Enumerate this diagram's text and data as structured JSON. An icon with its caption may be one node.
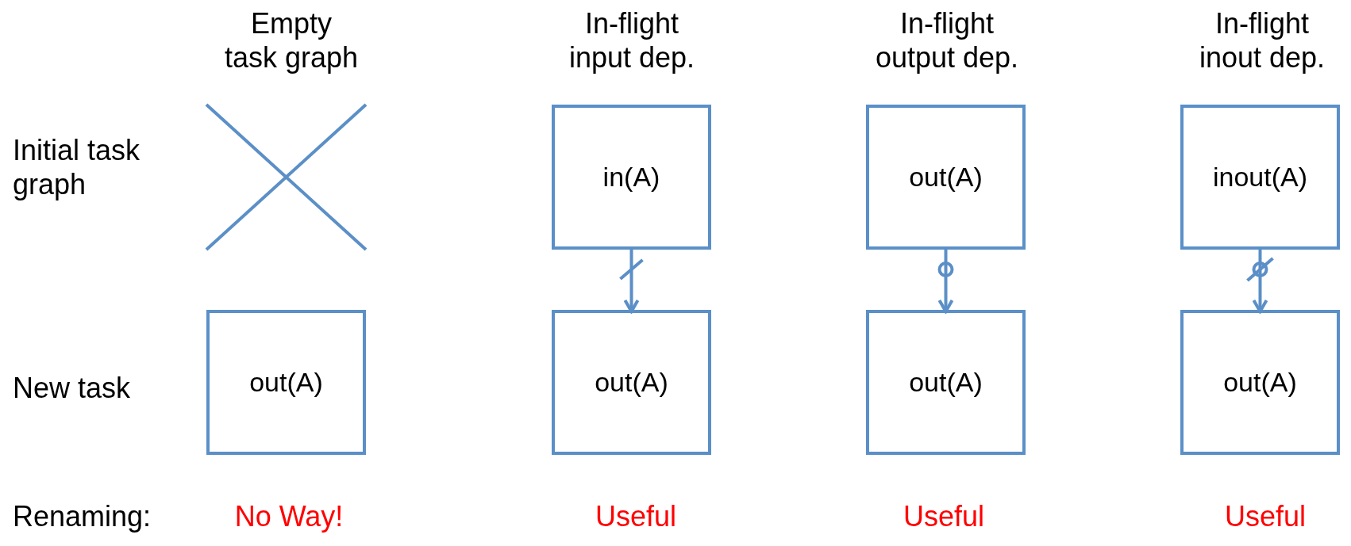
{
  "diagram": {
    "nodes": [
      {
        "text": [
          "in(A)"
        ]
      },
      {
        "text": [
          "out(A)"
        ]
      },
      {
        "text": [
          "inout(A)"
        ]
      },
      {
        "text": [
          "out(A)"
        ]
      },
      {
        "text": [
          "out(A)"
        ]
      },
      {
        "text": [
          "out(A)"
        ]
      },
      {
        "text": [
          "out(A)"
        ]
      }
    ],
    "edges": [
      {
        "from": 0,
        "to": 4,
        "arrow": "to"
      },
      {
        "from": 1,
        "to": 5,
        "arrow": "to"
      },
      {
        "from": 2,
        "to": 6,
        "arrow": "to"
      }
    ],
    "labels": [
      "Empty task graph",
      "In-flight input dep.",
      "In-flight output dep.",
      "In-flight inout dep.",
      "Initial task graph",
      "New task",
      "Renaming:",
      "No Way!",
      "Useful",
      "Useful",
      "Useful"
    ]
  }
}
